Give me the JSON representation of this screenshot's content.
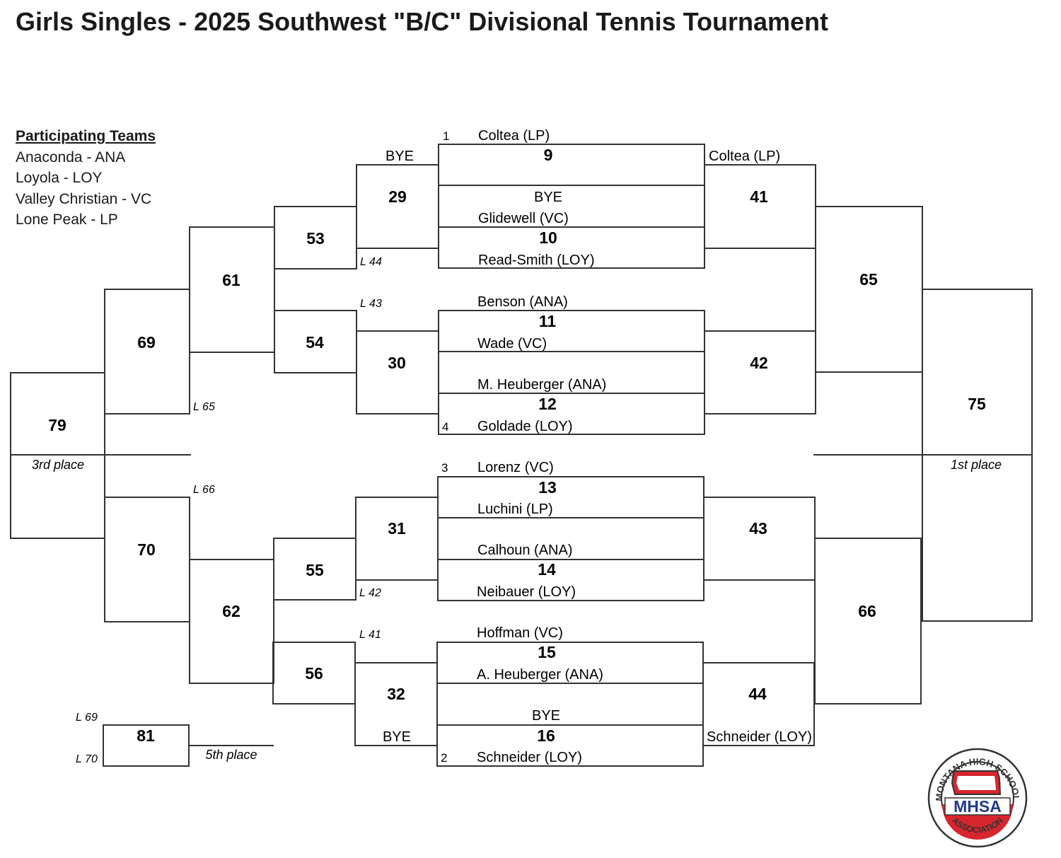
{
  "title": "Girls Singles - 2025 Southwest \"B/C\" Divisional Tennis Tournament",
  "teams": {
    "header": "Participating Teams",
    "list": [
      "Anaconda - ANA",
      "Loyola - LOY",
      "Valley Christian - VC",
      "Lone Peak - LP"
    ]
  },
  "seeds": {
    "s1": "1",
    "s4": "4",
    "s3": "3",
    "s2": "2"
  },
  "players": {
    "coltea": "Coltea (LP)",
    "bye_top": "BYE",
    "glidewell": "Glidewell (VC)",
    "readsmith": "Read-Smith (LOY)",
    "benson": "Benson (ANA)",
    "wade": "Wade (VC)",
    "mheuberger": "M. Heuberger (ANA)",
    "goldade": "Goldade (LOY)",
    "lorenz": "Lorenz (VC)",
    "luchini": "Luchini (LP)",
    "calhoun": "Calhoun (ANA)",
    "neibauer": "Neibauer (LOY)",
    "hoffman": "Hoffman (VC)",
    "aheuberger": "A. Heuberger (ANA)",
    "bye_bottom": "BYE",
    "schneider": "Schneider (LOY)"
  },
  "advance": {
    "m9_winner": "Coltea (LP)",
    "m16_winner": "Schneider (LOY)",
    "bye_left_top": "BYE",
    "bye_left_bottom": "BYE"
  },
  "matches": {
    "m9": "9",
    "m10": "10",
    "m11": "11",
    "m12": "12",
    "m13": "13",
    "m14": "14",
    "m15": "15",
    "m16": "16",
    "m29": "29",
    "m30": "30",
    "m31": "31",
    "m32": "32",
    "m41": "41",
    "m42": "42",
    "m43": "43",
    "m44": "44",
    "m53": "53",
    "m54": "54",
    "m55": "55",
    "m56": "56",
    "m61": "61",
    "m62": "62",
    "m65": "65",
    "m66": "66",
    "m69": "69",
    "m70": "70",
    "m75": "75",
    "m79": "79",
    "m81": "81"
  },
  "losers": {
    "l44": "L 44",
    "l43": "L 43",
    "l65": "L 65",
    "l66": "L 66",
    "l42": "L 42",
    "l41": "L 41",
    "l69": "L 69",
    "l70": "L 70"
  },
  "places": {
    "first": "1st place",
    "third": "3rd place",
    "fifth": "5th place"
  },
  "logo": {
    "top_text": "MONTANA HIGH SCHOOL",
    "acronym": "MHSA",
    "bottom_text": "ASSOCIATION",
    "accent": "#d7262e"
  }
}
